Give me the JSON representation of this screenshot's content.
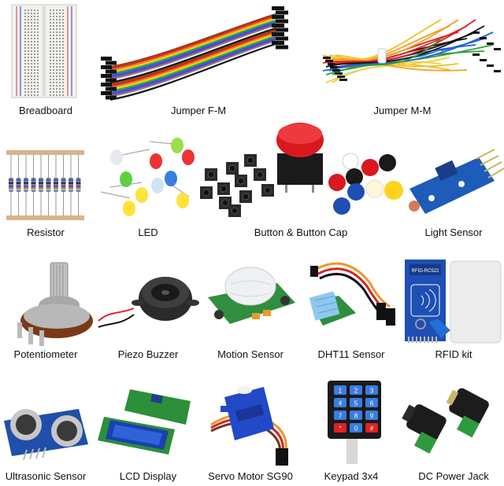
{
  "items": [
    {
      "label": "Breadboard",
      "icon": "breadboard-icon"
    },
    {
      "label": "Jumper F-M",
      "icon": "jumper-wires-icon"
    },
    {
      "label": "Jumper M-M",
      "icon": "jumper-wires-icon"
    },
    {
      "label": "Resistor",
      "icon": "resistor-icon"
    },
    {
      "label": "LED",
      "icon": "led-icon"
    },
    {
      "label": "Button & Button Cap",
      "icon": "push-button-icon"
    },
    {
      "label": "Light Sensor",
      "icon": "light-sensor-module-icon"
    },
    {
      "label": "Potentiometer",
      "icon": "potentiometer-icon"
    },
    {
      "label": "Piezo Buzzer",
      "icon": "buzzer-icon"
    },
    {
      "label": "Motion Sensor",
      "icon": "pir-sensor-icon"
    },
    {
      "label": "DHT11 Sensor",
      "icon": "dht11-sensor-icon"
    },
    {
      "label": "RFID kit",
      "icon": "rfid-module-icon"
    },
    {
      "label": "Ultrasonic Sensor",
      "icon": "ultrasonic-sensor-icon"
    },
    {
      "label": "LCD Display",
      "icon": "lcd-display-icon"
    },
    {
      "label": "Servo Motor SG90",
      "icon": "servo-motor-icon"
    },
    {
      "label": "Keypad 3x4",
      "icon": "keypad-icon"
    },
    {
      "label": "DC Power Jack",
      "icon": "dc-power-jack-icon"
    }
  ],
  "keypad_keys": [
    "1",
    "2",
    "3",
    "4",
    "5",
    "6",
    "7",
    "8",
    "9",
    "*",
    "0",
    "#"
  ],
  "rfid_chip_text": "RFID-RC522"
}
